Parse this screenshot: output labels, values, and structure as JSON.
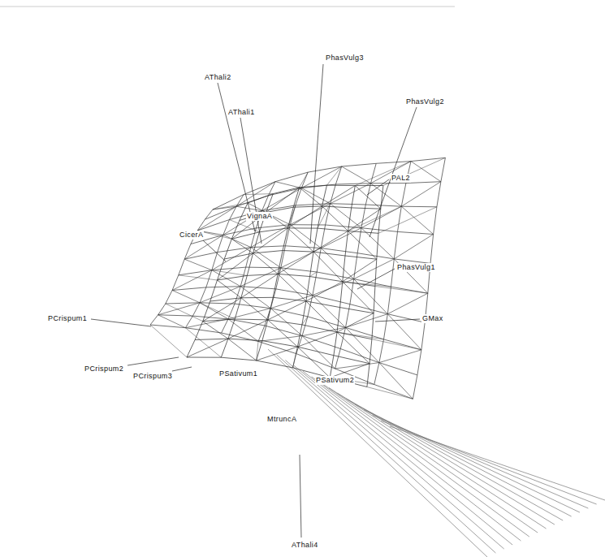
{
  "diagram": {
    "labels": [
      "PhasVulg3",
      "AThali2",
      "PhasVulg2",
      "AThali1",
      "PAL2",
      "VignaA",
      "CicerA",
      "PhasVulg1",
      "GMax",
      "PCrispum1",
      "PCrispum2",
      "PCrispum3",
      "PSativum1",
      "PSativum2",
      "MtruncA",
      "AThali4"
    ]
  }
}
